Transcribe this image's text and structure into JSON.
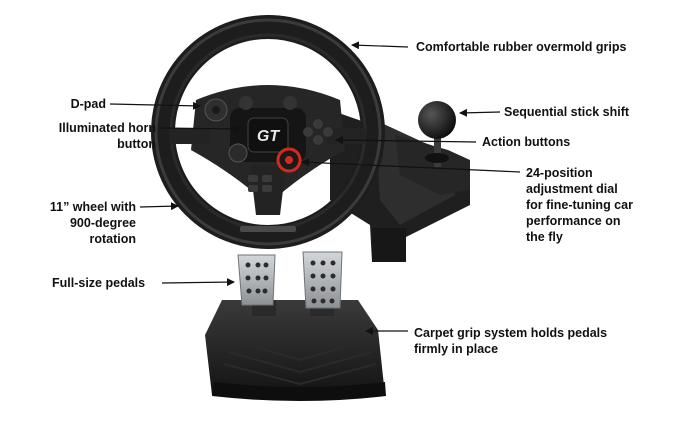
{
  "colors": {
    "background": "#ffffff",
    "text": "#111111",
    "arrow": "#111111",
    "device_dark": "#1c1c1c",
    "device_mid": "#3a3a3a",
    "accent_red": "#d42a1e",
    "metal": "#b9bcbf"
  },
  "labels": {
    "grips": "Comfortable rubber overmold grips",
    "dpad": "D-pad",
    "shift": "Sequential stick shift",
    "horn": "Illuminated horn\nbutton",
    "action": "Action buttons",
    "dial": "24-position\nadjustment dial\nfor fine-tuning car\nperformance on\nthe fly",
    "wheel": "11” wheel with\n900-degree\nrotation",
    "pedals": "Full-size pedals",
    "carpet": "Carpet grip system holds pedals\nfirmly in place"
  },
  "icons": {
    "center_logo": "GT"
  }
}
